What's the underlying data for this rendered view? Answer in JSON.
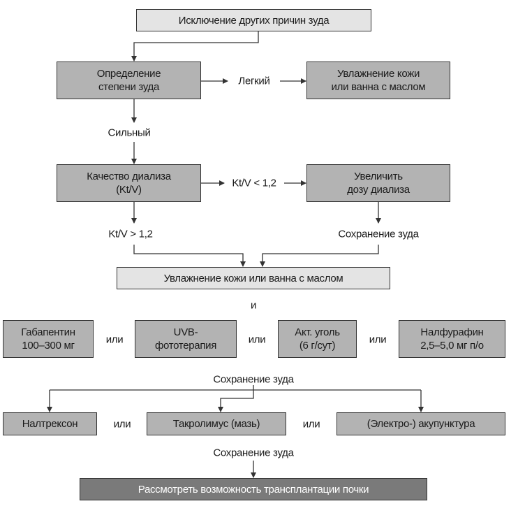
{
  "nodes": {
    "exclude": "Исключение других причин зуда",
    "assess": "Определение\nстепени зуда",
    "moist1": "Увлажнение кожи\nили ванна с маслом",
    "dialysis": "Качество диализа\n(Kt/V)",
    "increase": "Увеличить\nдозу диализа",
    "moist2": "Увлажнение кожи или ванна с маслом",
    "gabapentin": "Габапентин\n100–300 мг",
    "uvb": "UVB-\nфототерапия",
    "charcoal": "Акт. уголь\n(6 г/сут)",
    "nalfurafine": "Налфурафин\n2,5–5,0 мг п/о",
    "naltrexone": "Налтрексон",
    "tacrolimus": "Такролимус (мазь)",
    "acupuncture": "(Электро-) акупунктура",
    "transplant": "Рассмотреть возможность трансплантации почки"
  },
  "labels": {
    "mild": "Легкий",
    "severe": "Сильный",
    "ktv_low": "Kt/V < 1,2",
    "ktv_high": "Kt/V > 1,2",
    "persist1": "Сохранение зуда",
    "and": "и",
    "or": "или",
    "persist2": "Сохранение зуда",
    "persist3": "Сохранение зуда"
  },
  "colors": {
    "light_box": "#e4e4e4",
    "mid_box": "#b3b3b3",
    "dark_box": "#7a7a7a"
  }
}
